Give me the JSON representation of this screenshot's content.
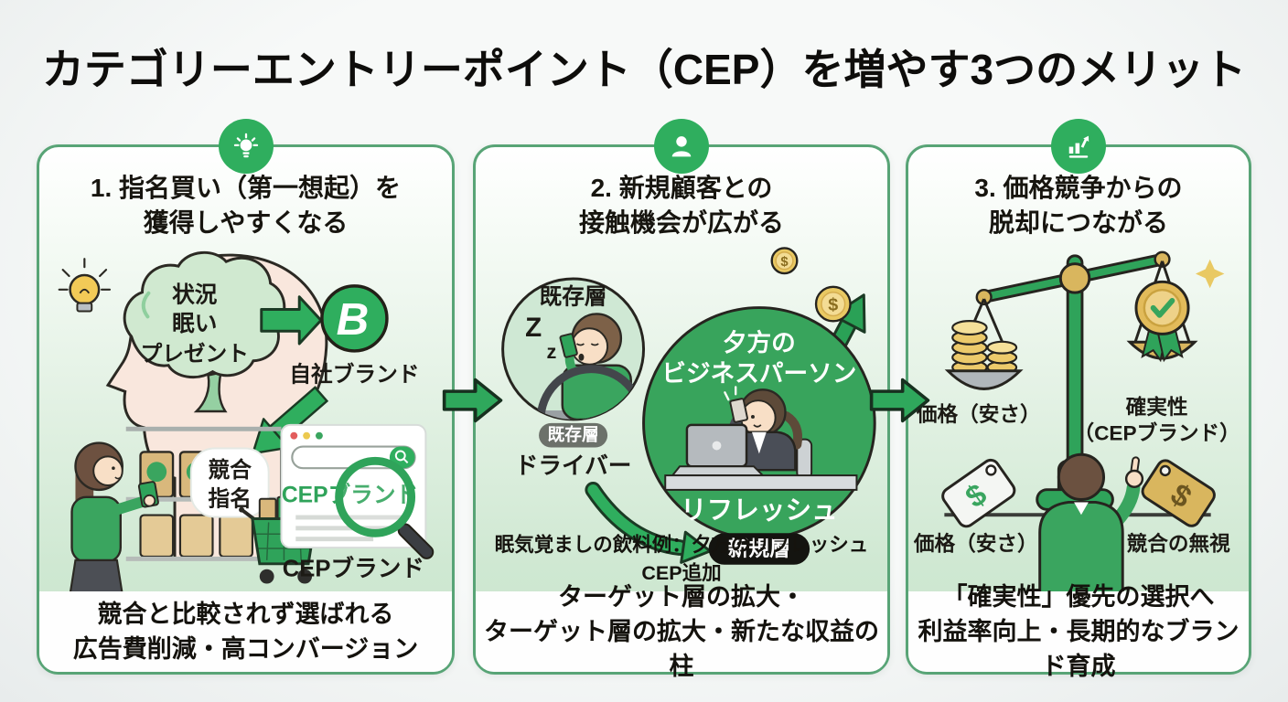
{
  "page": {
    "title": "カテゴリーエントリーポイント（CEP）を増やす3つのメリット"
  },
  "colors": {
    "accent": "#2fae5e",
    "card_border": "#58a476",
    "outline": "#26241f",
    "gold": "#e2bb5a",
    "light_green": "#cfe8d4"
  },
  "panels": [
    {
      "icon": "lightbulb-icon",
      "title_line1": "1. 指名買い（第一想起）を",
      "title_line2": "獲得しやすくなる",
      "brain_word1": "状況",
      "brain_word2": "眠い",
      "brain_word3": "プレゼント",
      "brand_logo_letter": "B",
      "own_brand_label": "自社ブランド",
      "bubble_word1": "競合",
      "bubble_word2": "指名",
      "browser_query": "CEPブランド",
      "browser_caption": "CEPブランド",
      "footer_line1": "競合と比較されず選ばれる",
      "footer_line2": "広告費削減・高コンバージョン"
    },
    {
      "icon": "person-icon",
      "title_line1": "2. 新規顧客との",
      "title_line2": "接触機会が広がる",
      "existing_circle_label": "既存層",
      "sleep_z1": "Z",
      "sleep_z2": "z",
      "existing_badge": "既存層",
      "existing_caption": "ドライバー",
      "new_circle_line1": "夕方の",
      "new_circle_line2": "ビジネスパーソン",
      "new_circle_bottom": "リフレッシュ",
      "new_badge": "新規層",
      "coin_symbol": "$",
      "note": "眠気覚ましの飲料例：夕方のリフレッシュCEP追加",
      "footer_line1": "ターゲット層の拡大・",
      "footer_line2": "ターゲット層の拡大・新たな収益の柱"
    },
    {
      "icon": "bar-chart-icon",
      "title_line1": "3. 価格競争からの",
      "title_line2": "脱却につながる",
      "scale_left_label": "価格（安さ）",
      "scale_right_label1": "確実性",
      "scale_right_label2": "（CEPブランド）",
      "tag_left_symbol": "$",
      "tag_left_label": "価格（安さ）",
      "tag_right_symbol": "$",
      "tag_right_label": "競合の無視",
      "footer_line1": "「確実性」優先の選択へ",
      "footer_line2": "利益率向上・長期的なブランド育成"
    }
  ]
}
